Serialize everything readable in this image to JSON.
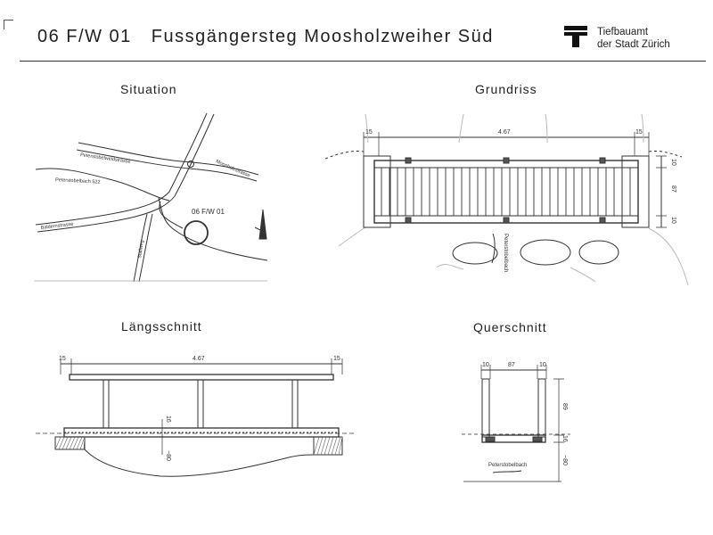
{
  "header": {
    "code": "06 F/W 01",
    "title": "Fussgängersteg Moosholzweiher Süd",
    "org_line1": "Tiefbauamt",
    "org_line2": "der Stadt Zürich"
  },
  "situation": {
    "title": "Situation",
    "streets": {
      "peterstobelweidstrasse": "Peterstobelweidstrasse",
      "moosholzstrasse": "Moosholzstrasse",
      "peterstobelbach": "Peterstobelbach 522",
      "baldernstrasse": "Baldernstrasse",
      "stallweg": "Stallweg"
    },
    "marker_label": "06 F/W 01"
  },
  "grundriss": {
    "title": "Grundriss",
    "dim_left": "15",
    "dim_span": "4.67",
    "dim_right": "15",
    "dim_side_top": "10",
    "dim_side_mid": "87",
    "dim_side_bottom": "10",
    "stream_label": "Peterstobelbach"
  },
  "laengsschnitt": {
    "title": "Längsschnitt",
    "dim_left": "15",
    "dim_span": "4.67",
    "dim_right": "15",
    "dim_deck": "16",
    "dim_depth": "~80"
  },
  "querschnitt": {
    "title": "Querschnitt",
    "dim_left": "10",
    "dim_mid": "87",
    "dim_right": "10",
    "dim_height": "89",
    "dim_deck": "16",
    "dim_depth": "~80",
    "stream_label": "Peterstobelbach"
  }
}
